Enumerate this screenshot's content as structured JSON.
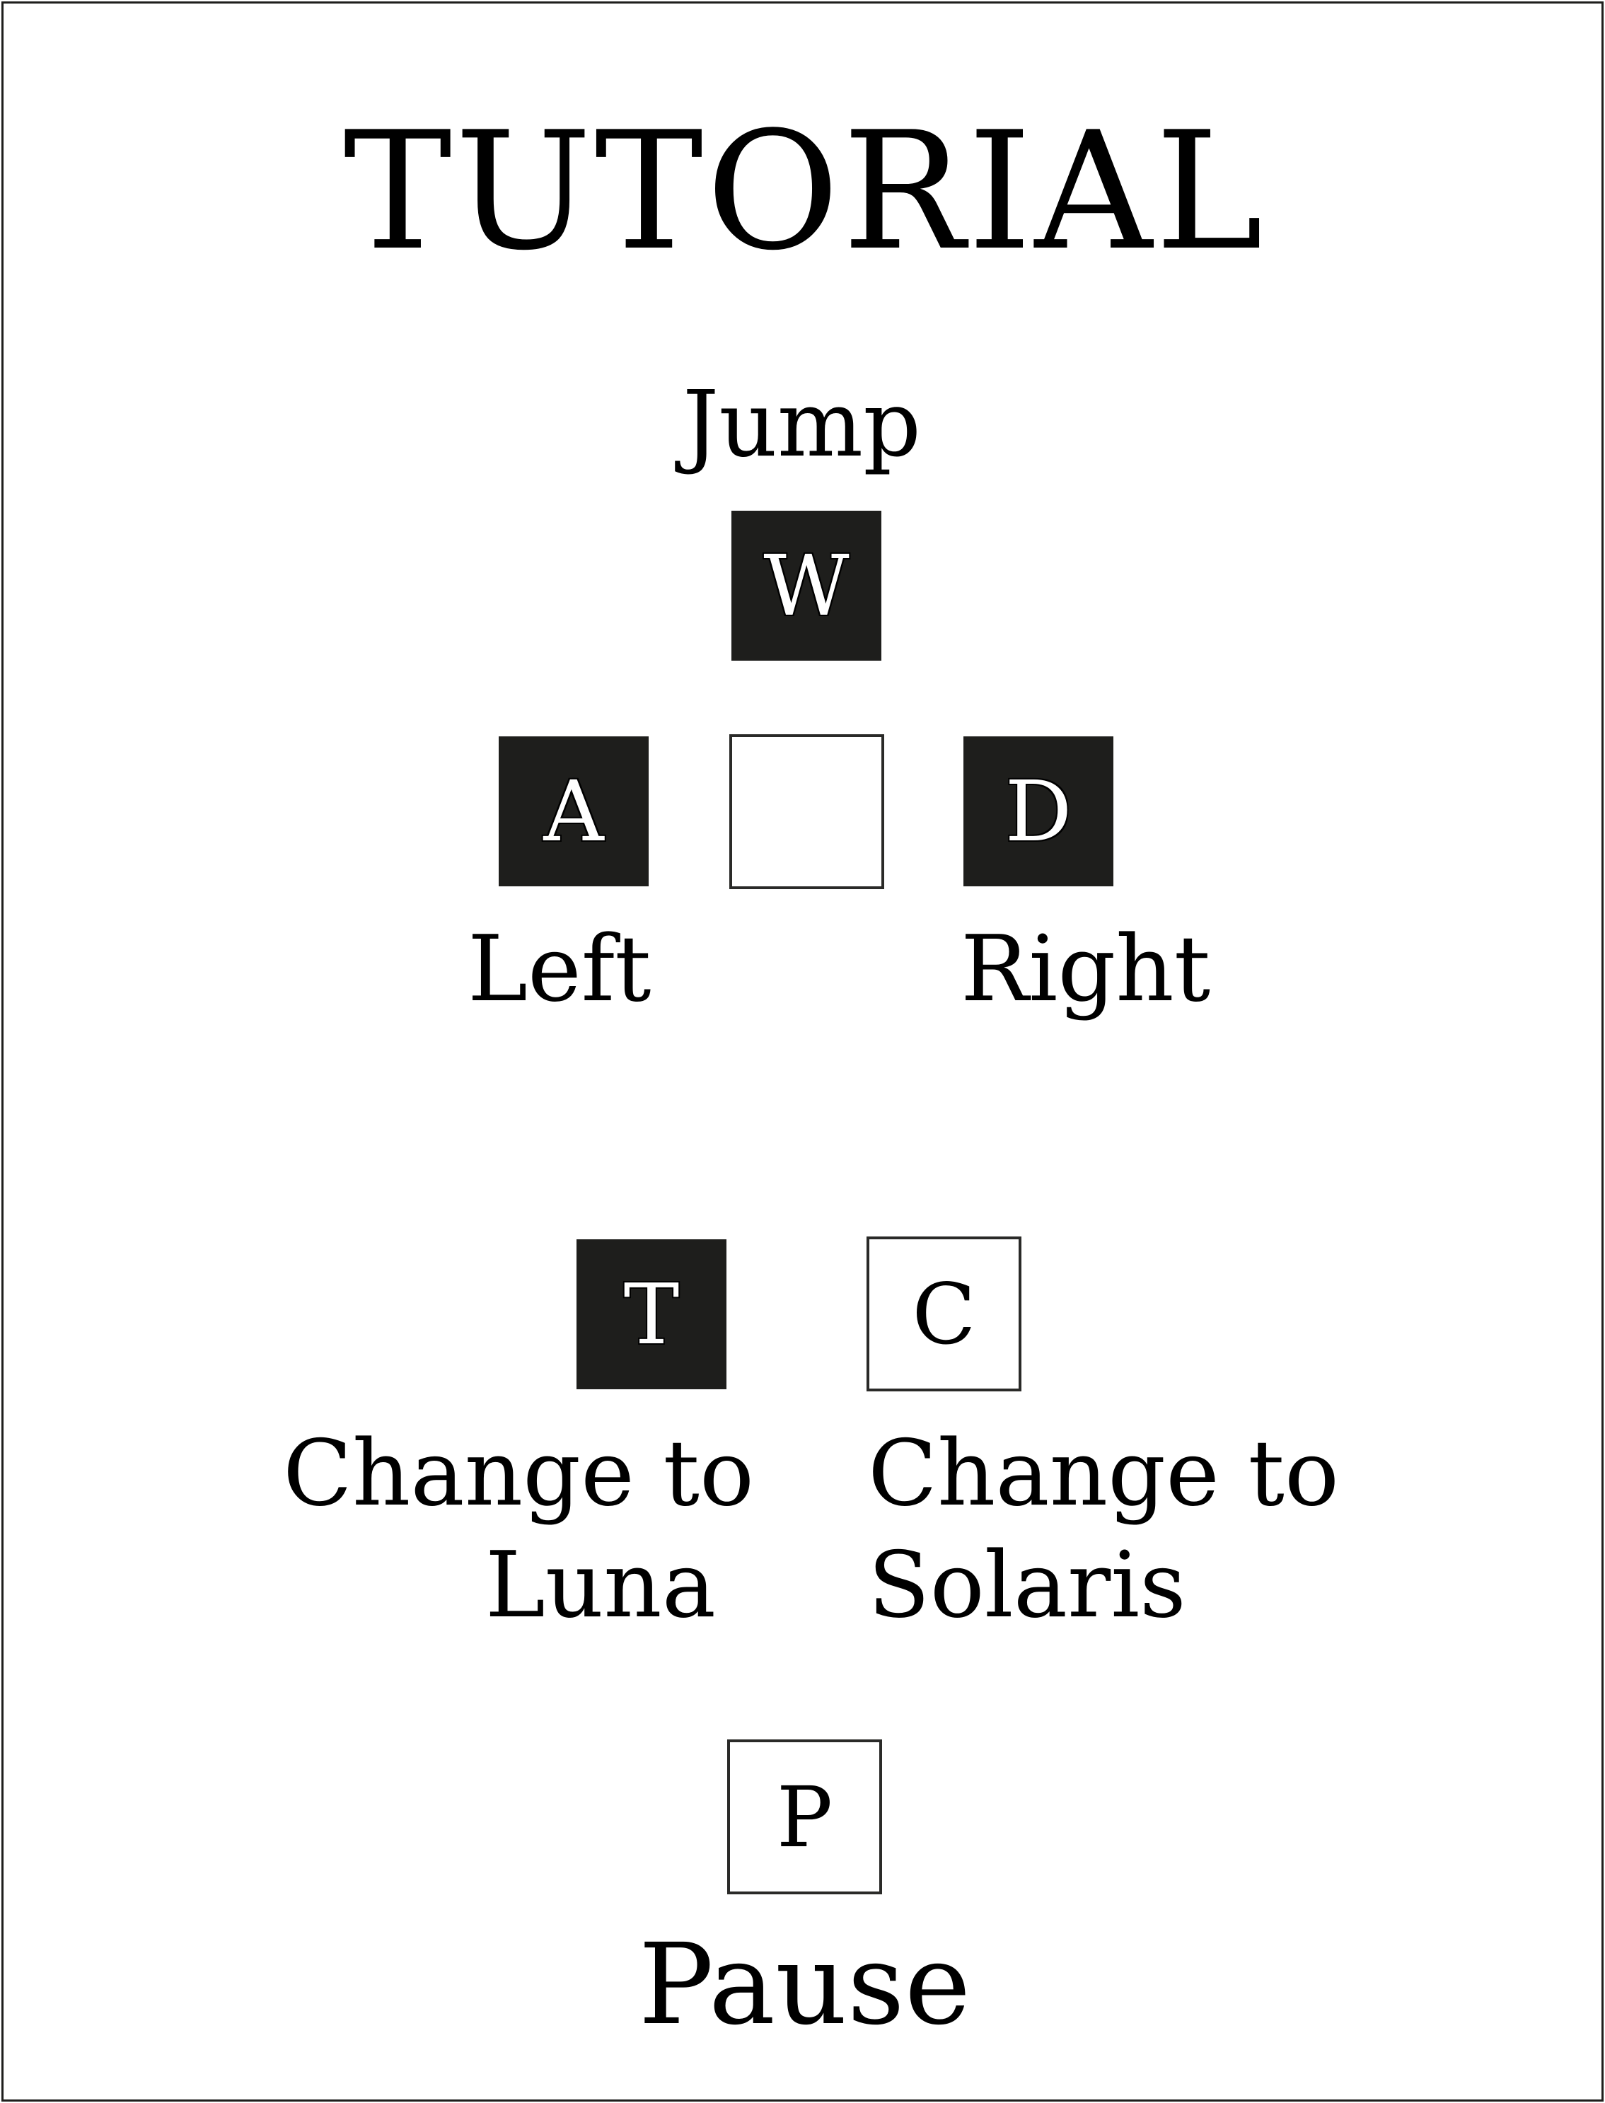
{
  "title": "TUTORIAL",
  "colors": {
    "key_dark": "#1e1e1c",
    "key_light": "#ffffff",
    "text": "#000000",
    "border": "#1e1e1c"
  },
  "controls": {
    "jump": {
      "label": "Jump",
      "key": "W"
    },
    "left": {
      "label": "Left",
      "key": "A"
    },
    "center": {
      "key": ""
    },
    "right": {
      "label": "Right",
      "key": "D"
    },
    "luna": {
      "label_line1": "Change to",
      "label_line2": "Luna",
      "key": "T"
    },
    "solaris": {
      "label_line1": "Change to",
      "label_line2": "Solaris",
      "key": "C"
    },
    "pause": {
      "label": "Pause",
      "key": "P"
    }
  }
}
